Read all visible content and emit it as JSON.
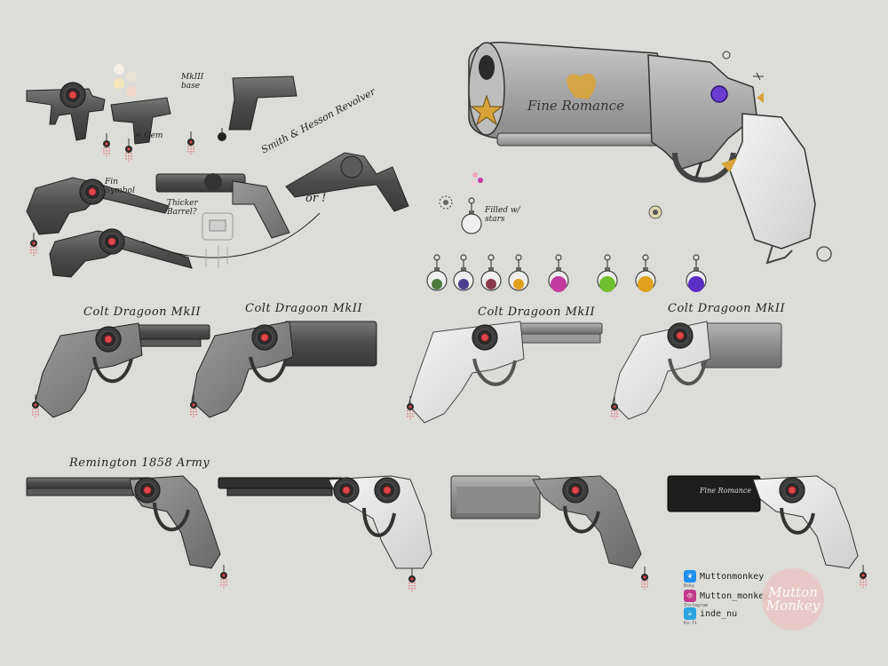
{
  "labels": {
    "mkiii_base": "MkIII\nbase",
    "swatch_note": "= Gem",
    "smith_hesson": "Smith & Hesson Revolver",
    "thicker_barrel": "Thicker\nBarrel?",
    "fin_symbol": "Fin\nSymbol",
    "or_mark": "or !",
    "filled_with_stars": "Filled w/\nstars",
    "colt_dragoon_1": "Colt Dragoon MkII",
    "colt_dragoon_2": "Colt Dragoon MkII",
    "colt_dragoon_3": "Colt Dragoon MkII",
    "colt_dragoon_4": "Colt Dragoon MkII",
    "remington": "Remington 1858 Army",
    "engraving_main": "Fine Romance",
    "engraving_small": "Fine Romance"
  },
  "social": [
    {
      "icon": "butterfly-icon",
      "caption": "Bsky",
      "handle": "Muttonmonkey",
      "color": "#1d8ff0"
    },
    {
      "icon": "instagram-icon",
      "caption": "Instagram",
      "handle": "Mutton_monkey",
      "color": "#c2378a"
    },
    {
      "icon": "kofi-icon",
      "caption": "Ko-fi",
      "handle": "inde_nu",
      "color": "#2aa4e0"
    }
  ],
  "watermark": {
    "line1": "Mutton",
    "line2": "Monkey"
  },
  "palette": {
    "background": "#dcdcd9",
    "gem_red": "#e0474c",
    "gem_purple": "#6a3bd0",
    "charm_pink": "#c23aa0",
    "charm_green": "#6fbf2e",
    "charm_gold": "#e0a21c",
    "charm_violet": "#5a2fc4",
    "grip_cream": "#ecebe0",
    "star_gold": "#d8a43a"
  },
  "swatches": [
    "#f3efe6",
    "#e9e3d4",
    "#f5e6b8",
    "#f2d9cc"
  ],
  "charm_colors": [
    "#4a7a3c",
    "#4b3f8e",
    "#8a3b4a",
    "#e0a21c",
    "#c23aa0",
    "#6fbf2e",
    "#e0a21c",
    "#5a2fc4"
  ]
}
